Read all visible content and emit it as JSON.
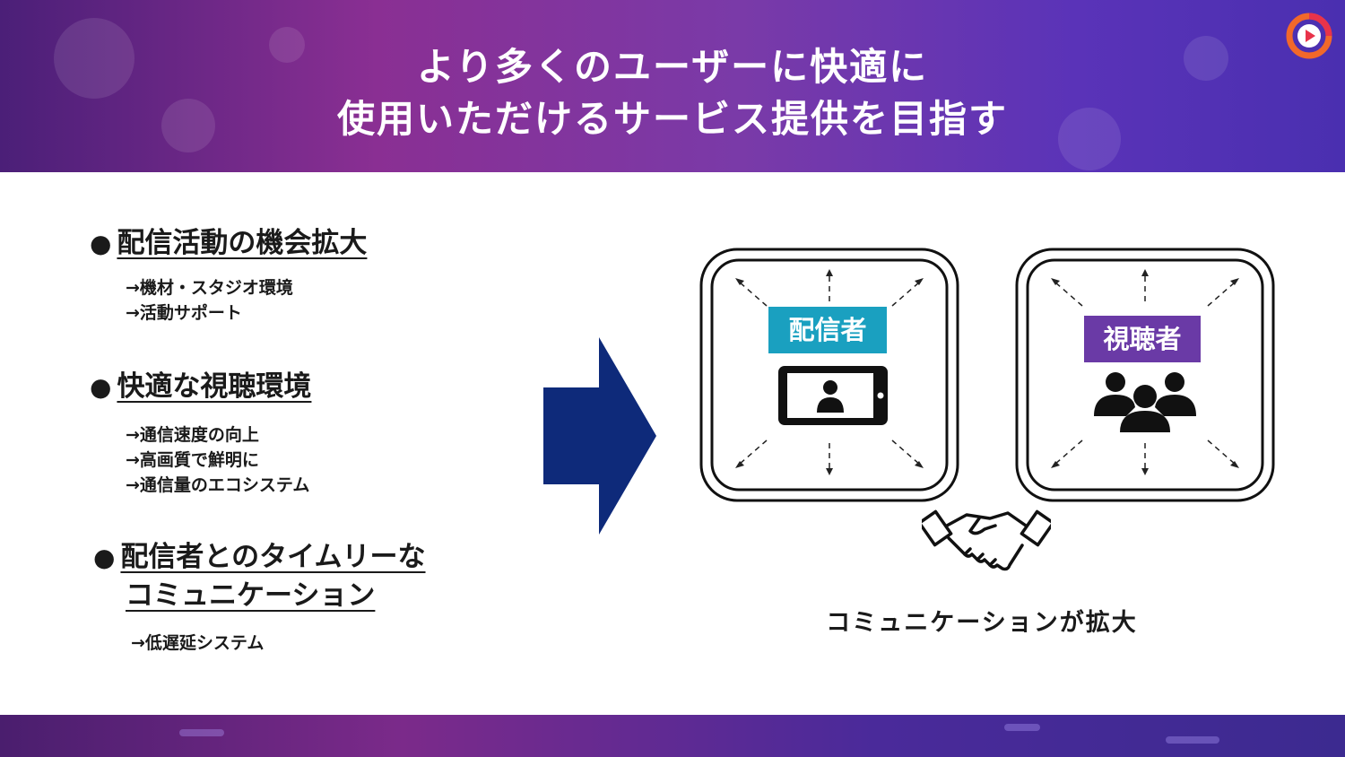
{
  "header": {
    "title_line1": "より多くのユーザーに快適に",
    "title_line2": "使用いただけるサービス提供を目指す",
    "logo_icon": "play-circle-icon",
    "accent_orange": "#f2682a",
    "accent_red": "#e8334a"
  },
  "sections": [
    {
      "bullet": "●",
      "heading": "配信活動の機会拡大",
      "items": [
        "→機材・スタジオ環境",
        "→活動サポート"
      ]
    },
    {
      "bullet": "●",
      "heading": "快適な視聴環境",
      "items": [
        "→通信速度の向上",
        "→高画質で鮮明に",
        "→通信量のエコシステム"
      ]
    },
    {
      "bullet": "●",
      "heading_line1": "配信者とのタイムリーな",
      "heading_line2": "コミュニケーション",
      "items": [
        "→低遅延システム"
      ]
    }
  ],
  "diagram": {
    "arrow_color": "#0e2a7a",
    "streamer": {
      "label": "配信者",
      "color": "#1aa0c0",
      "icon": "tablet-person-icon"
    },
    "viewer": {
      "label": "視聴者",
      "color": "#6a3aa6",
      "icon": "group-people-icon"
    },
    "handshake_icon": "handshake-icon",
    "caption": "コミュニケーションが拡大"
  }
}
